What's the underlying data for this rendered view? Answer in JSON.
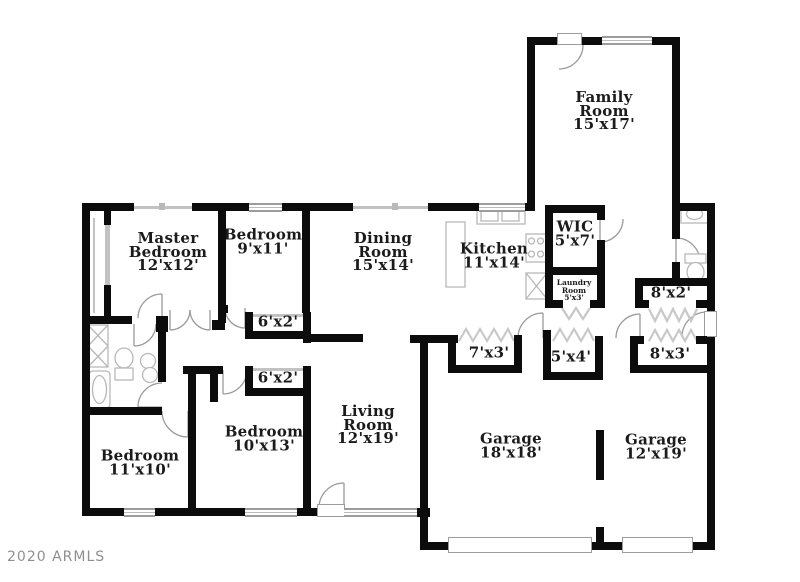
{
  "watermark": "2020 ARMLS",
  "labels": {
    "family_room": [
      "Family",
      "Room",
      "15'x17'"
    ],
    "master_bedroom": [
      "Master",
      "Bedroom",
      "12'x12'"
    ],
    "bedroom_9x11": [
      "Bedroom",
      "9'x11'"
    ],
    "dining_room": [
      "Dining",
      "Room",
      "15'x14'"
    ],
    "kitchen": [
      "Kitchen",
      "11'x14'"
    ],
    "wic": [
      "WIC",
      "5'x7'"
    ],
    "laundry_room": [
      "Laundry",
      "Room",
      "5'x3'"
    ],
    "closet_8x2": [
      "8'x2'"
    ],
    "closet_8x3": [
      "8'x3'"
    ],
    "closet_5x4": [
      "5'x4'"
    ],
    "closet_7x3": [
      "7'x3'"
    ],
    "closet_6x2_hall": [
      "6'x2'"
    ],
    "closet_6x2_bedroom": [
      "6'x2'"
    ],
    "bedroom_10x13": [
      "Bedroom",
      "10'x13'"
    ],
    "bedroom_11x10": [
      "Bedroom",
      "11'x10'"
    ],
    "living_room": [
      "Living",
      "Room",
      "12'x19'"
    ],
    "garage_18x18": [
      "Garage",
      "18'x18'"
    ],
    "garage_12x19": [
      "Garage",
      "12'x19'"
    ]
  },
  "colors": {
    "background": "#ffffff",
    "wall": "#0c0c0c",
    "window_frame": "#9c9c9c",
    "door_arc": "#9a9a9a",
    "bifold_door": "#c8c8c8",
    "fixture": "#b8b8b8",
    "label_text": "#1b1b1b",
    "watermark_text": "#8f8f8f"
  }
}
